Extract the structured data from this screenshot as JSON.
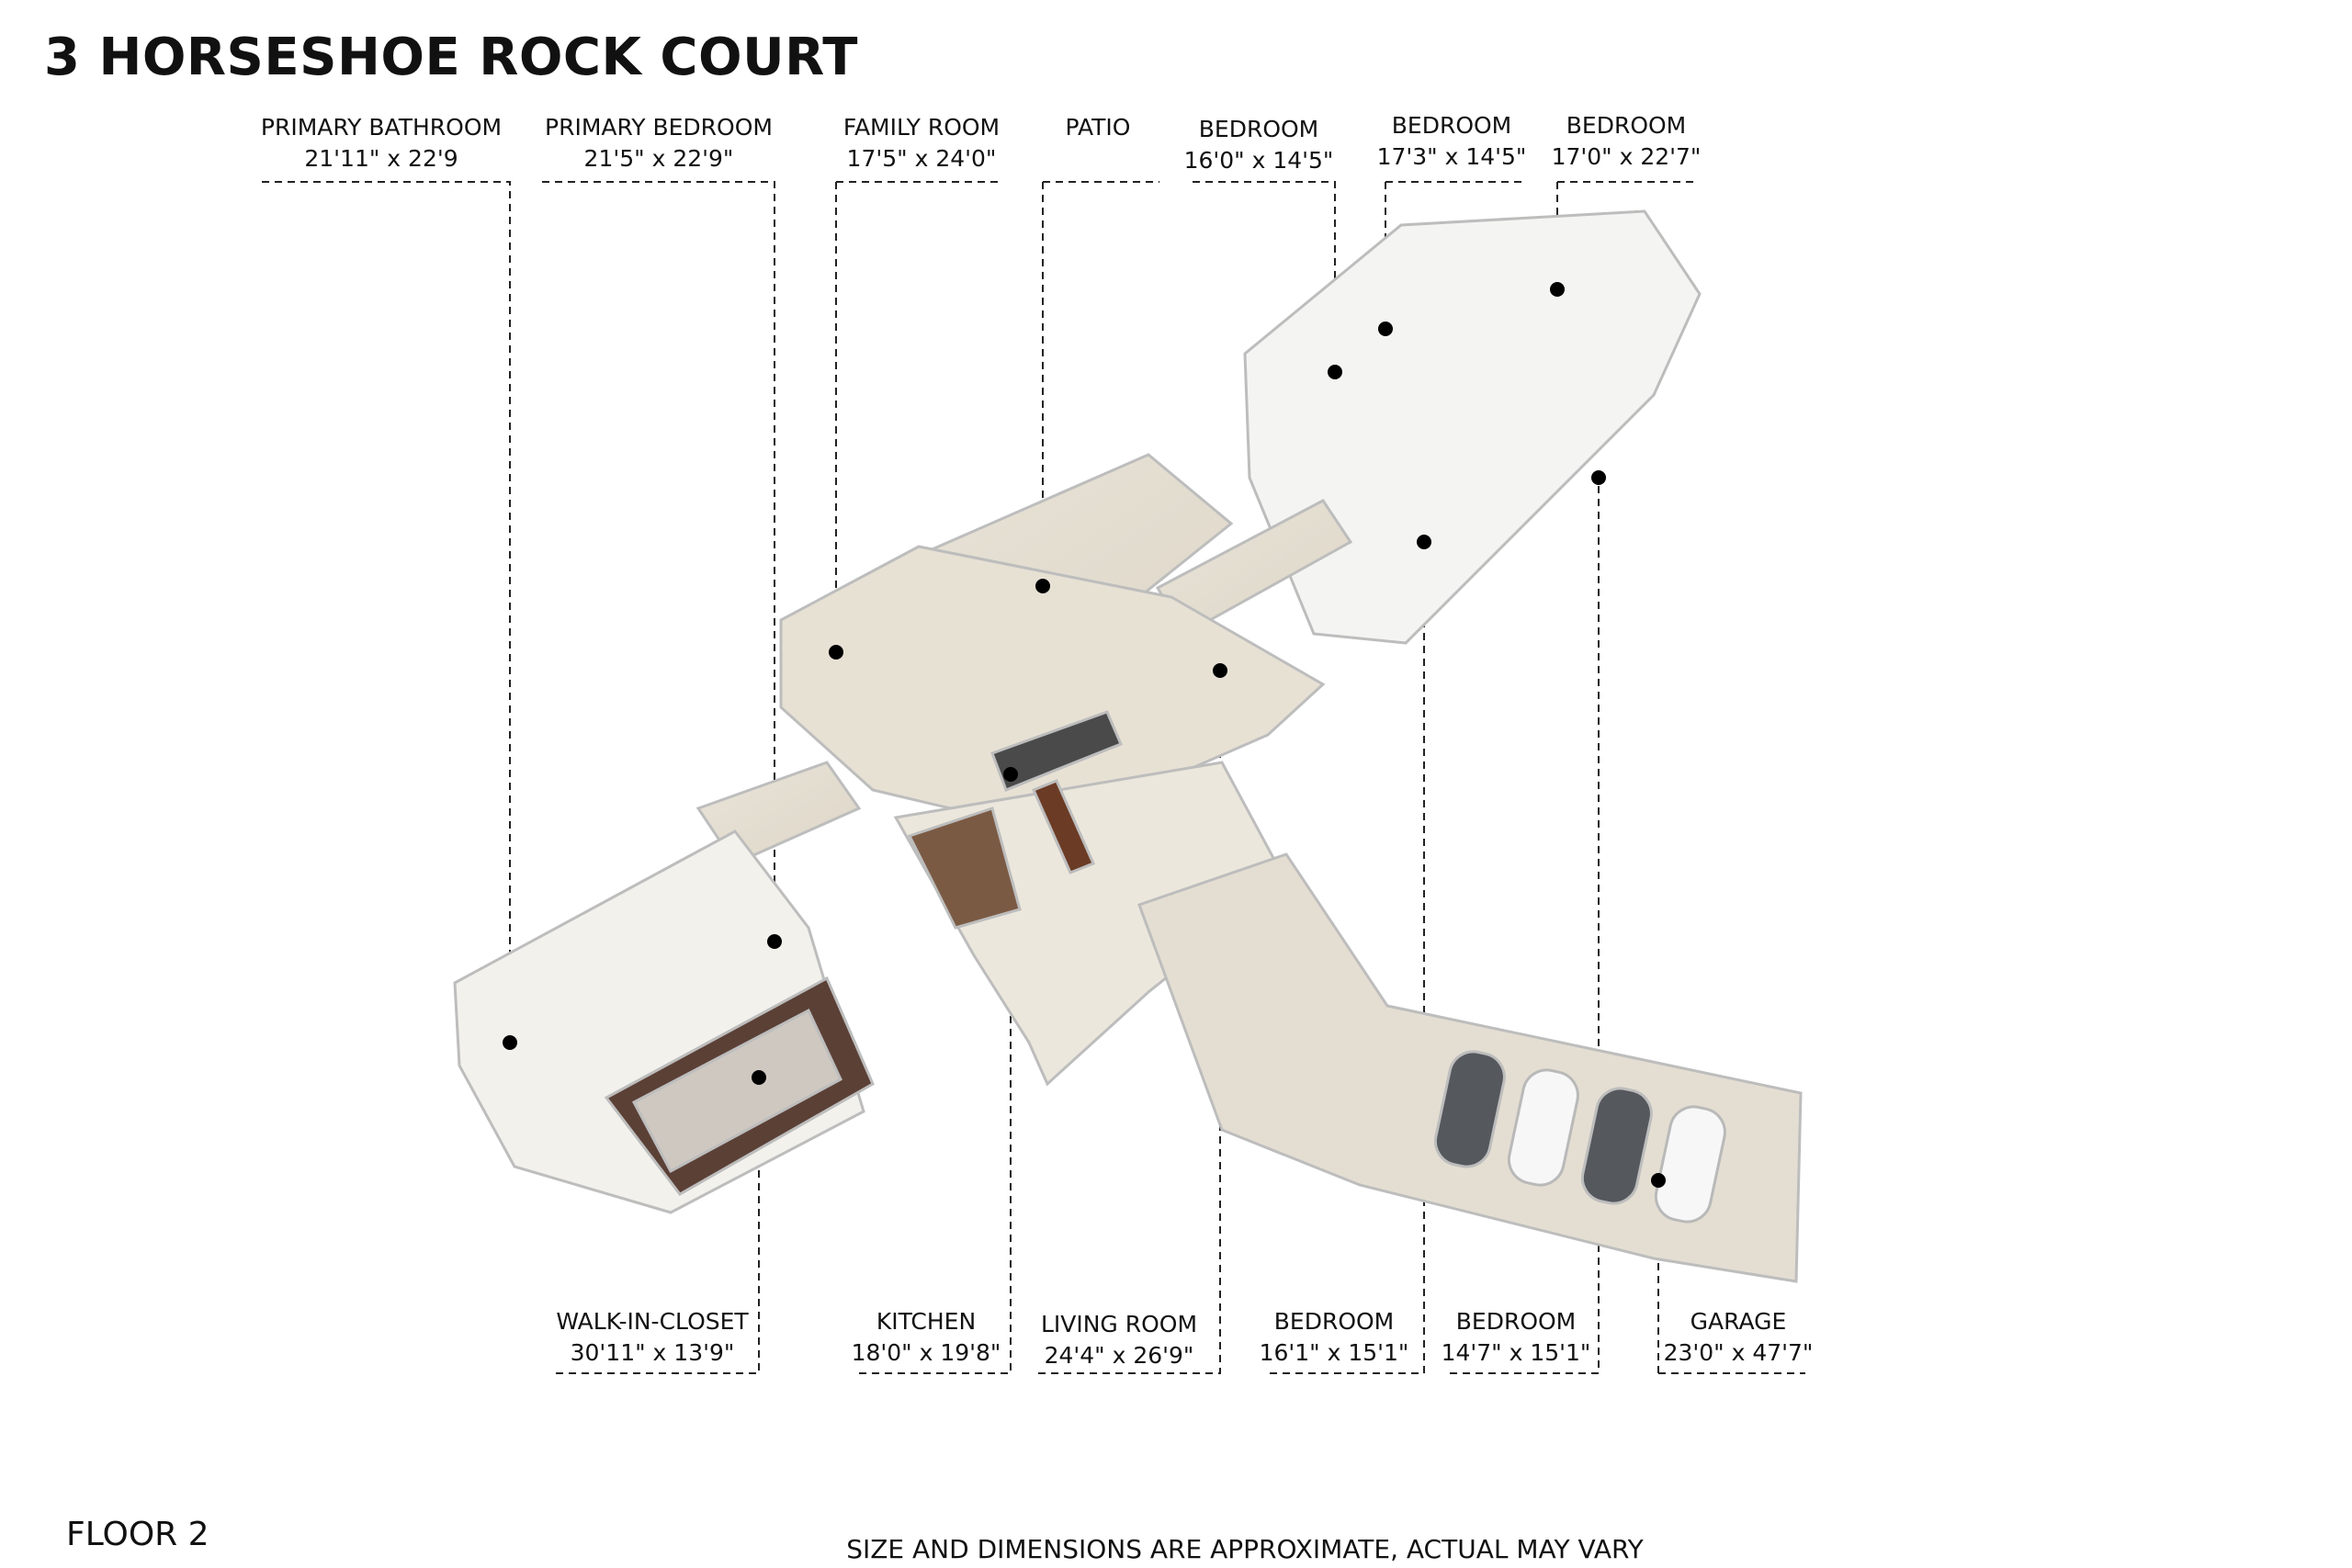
{
  "title": "3 HORSESHOE ROCK COURT",
  "floor": "FLOOR 2",
  "disclaimer": "SIZE AND DIMENSIONS ARE APPROXIMATE, ACTUAL MAY VARY",
  "rooms_top": [
    {
      "name": "PRIMARY BATHROOM",
      "dim": "21'11\" x 22'9"
    },
    {
      "name": "PRIMARY BEDROOM",
      "dim": "21'5\" x 22'9\""
    },
    {
      "name": "FAMILY ROOM",
      "dim": "17'5\" x 24'0\""
    },
    {
      "name": "PATIO",
      "dim": ""
    },
    {
      "name": "BEDROOM",
      "dim": "16'0\" x 14'5\""
    },
    {
      "name": "BEDROOM",
      "dim": "17'3\" x 14'5\""
    },
    {
      "name": "BEDROOM",
      "dim": "17'0\" x 22'7\""
    }
  ],
  "rooms_bottom": [
    {
      "name": "WALK-IN-CLOSET",
      "dim": "30'11\" x 13'9\""
    },
    {
      "name": "KITCHEN",
      "dim": "18'0\" x 19'8\""
    },
    {
      "name": "LIVING ROOM",
      "dim": "24'4\" x 26'9\""
    },
    {
      "name": "BEDROOM",
      "dim": "16'1\" x 15'1\""
    },
    {
      "name": "BEDROOM",
      "dim": "14'7\" x 15'1\""
    },
    {
      "name": "GARAGE",
      "dim": "23'0\" x 47'7\""
    }
  ]
}
